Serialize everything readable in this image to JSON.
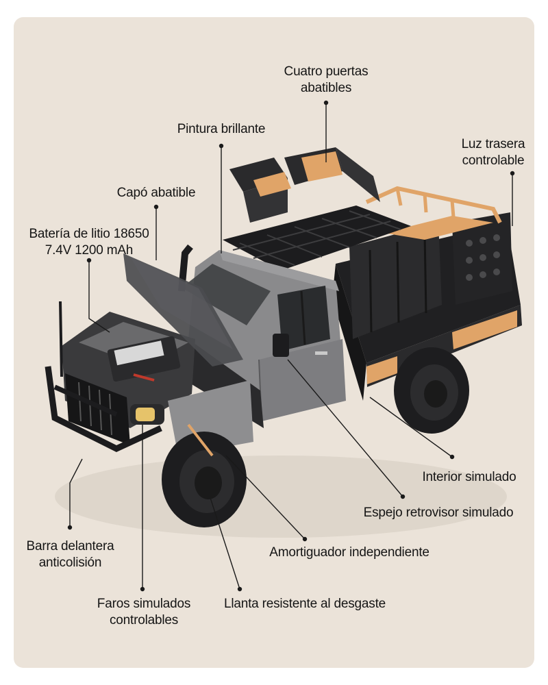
{
  "labels": {
    "cuatro_puertas": "Cuatro puertas\nabatibles",
    "pintura": "Pintura brillante",
    "luz_trasera": "Luz trasera\ncontrolable",
    "capo": "Capó abatible",
    "bateria": "Batería de litio 18650\n7.4V 1200 mAh",
    "interior": "Interior simulado",
    "espejo": "Espejo retrovisor simulado",
    "barra": "Barra delantera\nanticolisión",
    "amortiguador": "Amortiguador independiente",
    "faros": "Faros simulados\ncontrolables",
    "llanta": "Llanta resistente al desgaste"
  },
  "colors": {
    "background": "#ebe3d9",
    "body_gray": "#8a8a8c",
    "black": "#1c1c1e",
    "accent_orange": "#e0a468",
    "leader_line": "#1a1a1a"
  }
}
